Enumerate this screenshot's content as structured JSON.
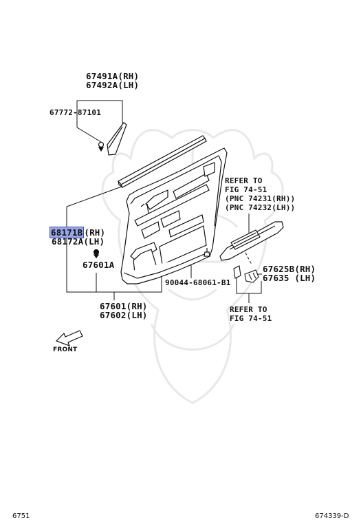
{
  "labels": {
    "p67491a": "67491A(RH)",
    "p67492a": "67492A(LH)",
    "p67772": "67772-87101",
    "p68171b_code": "68171B",
    "p68171b_suffix": "(RH)",
    "p68172a": "68172A(LH)",
    "p67601a": "67601A",
    "p67601": "67601(RH)",
    "p67602": "67602(LH)",
    "p90044": "90044-68061-B1",
    "refer1_line1": "REFER TO",
    "refer1_line2": "FIG 74-51",
    "refer1_line3": "(PNC 74231(RH))",
    "refer1_line4": "(PNC 74232(LH))",
    "p67625b": "67625B(RH)",
    "p67635": "67635 (LH)",
    "refer2_line1": "REFER TO",
    "refer2_line2": "FIG 74-51",
    "front": "FRONT"
  },
  "footer": {
    "left": "6751",
    "right": "674339-D"
  },
  "colors": {
    "line": "#111111",
    "highlight": "#9aa7e6",
    "watermark": "#e6e6e6"
  }
}
